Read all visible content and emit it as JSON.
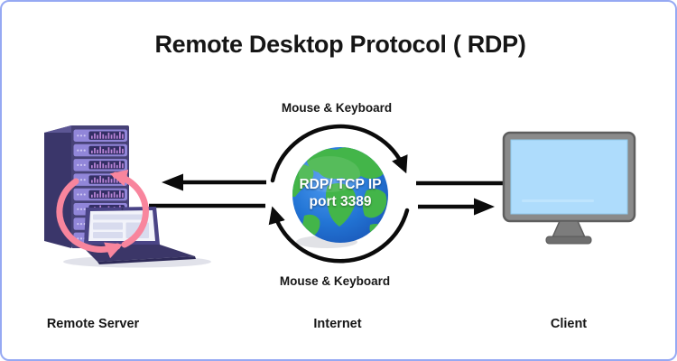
{
  "title": "Remote Desktop Protocol ( RDP)",
  "flow_labels": {
    "top": "Mouse & Keyboard",
    "bottom": "Mouse & Keyboard"
  },
  "internet_badge": {
    "line1": "RDP/ TCP IP",
    "line2": "port 3389"
  },
  "captions": {
    "server": "Remote Server",
    "internet": "Internet",
    "client": "Client"
  },
  "icons": [
    "server-rack-icon",
    "laptop-icon",
    "sync-cycle-icon",
    "globe-icon",
    "cycle-arrow-top-icon",
    "cycle-arrow-bottom-icon",
    "arrow-to-server-icon",
    "line-from-server-icon",
    "line-to-client-icon",
    "arrow-to-client-icon",
    "monitor-icon"
  ],
  "colors": {
    "frame_border": "#96a9f3",
    "arrow_black": "#0b0b0b",
    "sync_pink": "#f8859d",
    "server_front": "#474277",
    "server_side": "#3a366a",
    "server_slot": "#9186d9",
    "server_panel": "#332e64",
    "server_bars": "#bb86d8",
    "laptop_body": "#3b3668",
    "globe_ocean": "#2274d4",
    "globe_land": "#43b549",
    "monitor_frame": "#8a8a8a",
    "monitor_screen": "#aedcfc",
    "text": "#161616"
  }
}
